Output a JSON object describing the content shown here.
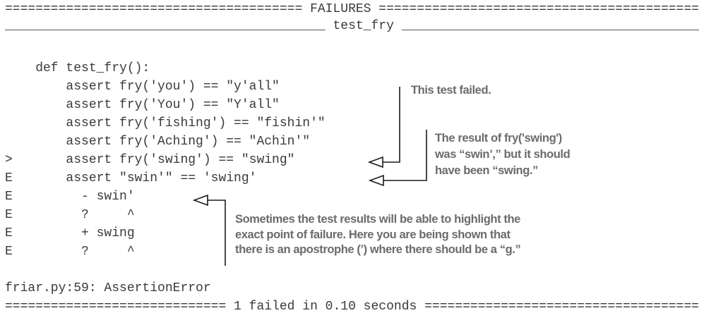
{
  "colors": {
    "background": "#ffffff",
    "terminal_text": "#3a3a3a",
    "callout_text": "#6b6b6b",
    "connector": "#1a1a1a"
  },
  "terminal": {
    "header_lines": [
      "======================================= FAILURES ==========================================",
      "__________________________________________ test_fry _______________________________________"
    ],
    "code_lines": [
      "    def test_fry():",
      "        assert fry('you') == \"y'all\"",
      "        assert fry('You') == \"Y'all\"",
      "        assert fry('fishing') == \"fishin'\"",
      "        assert fry('Aching') == \"Achin'\"",
      ">       assert fry('swing') == \"swing\"",
      "E       assert \"swin'\" == 'swing'",
      "E         - swin'",
      "E         ?     ^",
      "E         + swing",
      "E         ?     ^"
    ],
    "footer_lines": [
      "friar.py:59: AssertionError",
      "============================= 1 failed in 0.10 seconds ===================================="
    ]
  },
  "callouts": {
    "test_failed_lines": [
      "This test failed."
    ],
    "result_mismatch_lines": [
      "The result of fry('swing')",
      "was “swin’,” but it should",
      "have been “swing.”"
    ],
    "highlight_failure_lines": [
      "Sometimes the test results will be able to highlight the",
      "exact point of failure. Here you are being shown that",
      "there is an apostrophe (’) where there should be a “g.”"
    ]
  }
}
